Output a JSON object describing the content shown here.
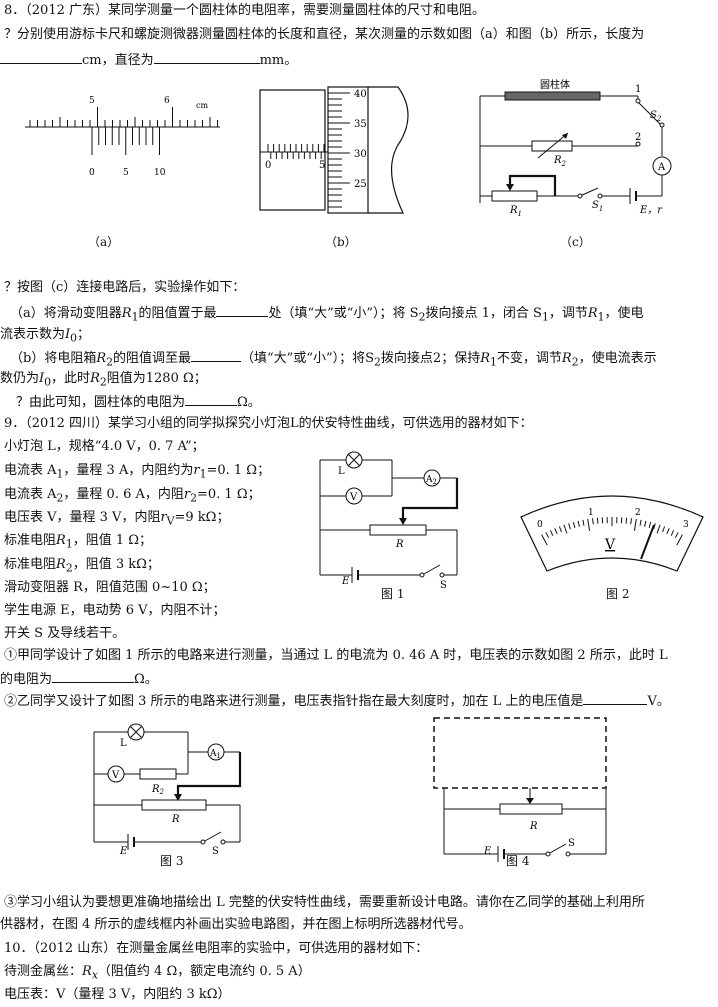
{
  "q8": {
    "line1": "8．（2012 广东）某同学测量一个圆柱体的电阻率，需要测量圆柱体的尺寸和电阻。",
    "line2": "？分别使用游标卡尺和螺旋测微器测量圆柱体的长度和直径，某次测量的示数如图（a）和图（b）所示，长度为",
    "unit_cm": "cm，直径为",
    "unit_mm": "mm。",
    "cap_a": "（a）",
    "cap_b": "（b）",
    "cap_c": "（c）",
    "caliper": {
      "main_labels": [
        "5",
        "6"
      ],
      "main_unit": "cm",
      "vernier_labels": [
        "0",
        "5",
        "10"
      ]
    },
    "micrometer": {
      "thimble_labels": [
        "40",
        "35",
        "30",
        "25"
      ],
      "sleeve_labels": [
        "0",
        "5"
      ]
    },
    "circuit_c": {
      "cylinder": "圆柱体",
      "contact1": "1",
      "contact2": "2",
      "s2": "S",
      "s2sub": "2",
      "r2": "R",
      "r2sub": "2",
      "r1": "R",
      "r1sub": "1",
      "s1": "S",
      "s1sub": "1",
      "ammeter": "A",
      "source": "E，r"
    },
    "step_intro": "？按图（c）连接电路后，实验操作如下：",
    "a1_pre": "（a）将滑动变阻器",
    "a1_mid": "的阻值置于最",
    "a1_post": "处（填“大”或“小”）；将 S",
    "a1_post2": "拨向接点 1，闭合 S",
    "a1_post3": "，调节",
    "a1_post4": "，使电",
    "a2": "流表示数为",
    "b1_pre": "（b）将电阻箱",
    "b1_mid": "的阻值调至最",
    "b1_post": "（填“大”或“小”）；将S",
    "b1_post2": "拨向接点2；保持",
    "b1_post3": "不变，调节",
    "b1_post4": "，使电流表示",
    "b2": "数仍为",
    "b2_post": "，此时",
    "b2_post2": "阻值为1280 Ω；",
    "c_pre": "？由此可知，圆柱体的电阻为",
    "c_post": "Ω。"
  },
  "q9": {
    "title": "9．（2012 四川）某学习小组的同学拟探究小灯泡L的伏安特性曲线，可供选用的器材如下：",
    "items": [
      "小灯泡 L，规格“4.0 V，0. 7 A”；",
      "电流表 A",
      "电流表 A",
      "电压表 V，量程 3 V，内阻",
      "标准电阻",
      "标准电阻",
      "滑动变阻器 R，阻值范围 0~10 Ω；",
      "学生电源 E，电动势 6 V，内阻不计；",
      "开关 S 及导线若干。"
    ],
    "a1_tail": "，量程 3 A，内阻约为",
    "a1_val": "=0. 1 Ω；",
    "a2_tail": "，量程 0. 6 A，内阻",
    "a2_val": "=0. 1 Ω；",
    "v_val": "=9 kΩ；",
    "r1_tail": "，阻值 1 Ω；",
    "r2_tail": "，阻值 3 kΩ；",
    "fig1": "图 1",
    "fig2": "图 2",
    "fig3": "图 3",
    "fig4": "图 4",
    "meter_ticks": [
      "0",
      "1",
      "2",
      "3"
    ],
    "meter_label": "V",
    "c1": {
      "L": "L",
      "V": "V",
      "A2": "A",
      "A2sub": "2",
      "R": "R",
      "E": "E",
      "S": "S"
    },
    "c3": {
      "L": "L",
      "V": "V",
      "A1": "A",
      "A1sub": "1",
      "R2": "R",
      "R2sub": "2",
      "R": "R",
      "E": "E",
      "S": "S"
    },
    "c4": {
      "R": "R",
      "E": "E",
      "S": "S"
    },
    "p1_a": "①甲同学设计了如图 1 所示的电路来进行测量，当通过 L 的电流为 0. 46 A 时，电压表的示数如图 2 所示，此时 L",
    "p1_b": "的电阻为",
    "p1_c": "Ω。",
    "p2_a": "②乙同学又设计了如图 3 所示的电路来进行测量，电压表指针指在最大刻度时，加在 L 上的电压值是",
    "p2_b": "V。",
    "p3_a": "③学习小组认为要想更准确地描绘出 L 完整的伏安特性曲线，需要重新设计电路。请你在乙同学的基础上利用所",
    "p3_b": "供器材，在图 4 所示的虚线框内补画出实验电路图，并在图上标明所选器材代号。"
  },
  "q10": {
    "title": "10．（2012 山东）在测量金属丝电阻率的实验中，可供选用的器材如下：",
    "l1": "待测金属丝：",
    "l1b": "（阻值约 4 Ω，额定电流约 0. 5 A）",
    "l2": "电压表：V（量程 3 V，内阻约 3 kΩ）"
  },
  "sym": {
    "R": "R",
    "1": "1",
    "2": "2",
    "I": "I",
    "0": "0",
    "r": "r",
    "V": "V",
    "x": "x"
  }
}
